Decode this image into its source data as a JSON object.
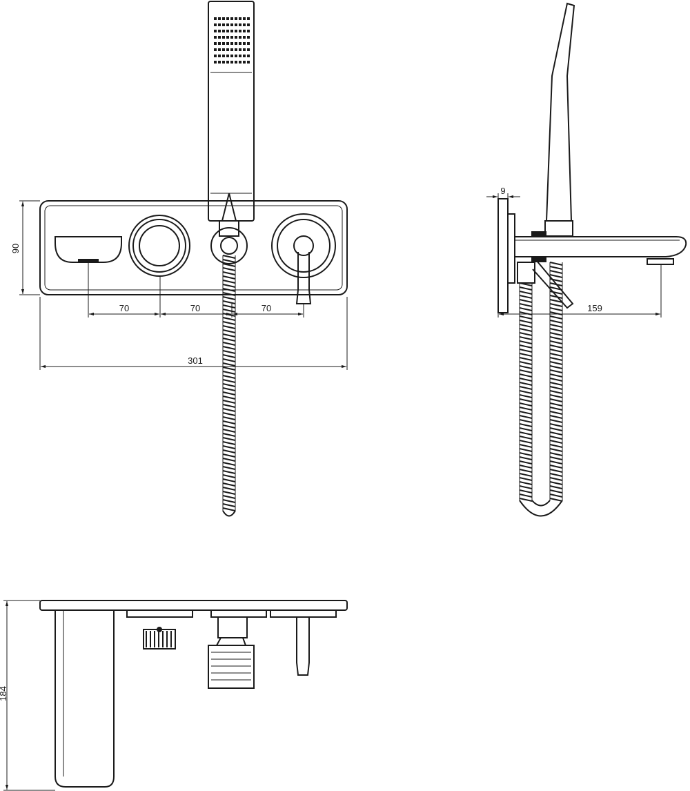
{
  "dimensions": {
    "front_height": "90",
    "spacing_1": "70",
    "spacing_2": "70",
    "spacing_3": "70",
    "total_width": "301",
    "side_plate_depth": "9",
    "spout_projection": "159",
    "top_depth": "184"
  },
  "colors": {
    "line": "#1a1a1a",
    "background": "#ffffff"
  }
}
